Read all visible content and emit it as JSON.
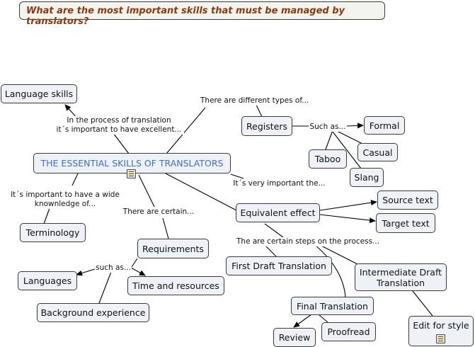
{
  "question": "What are the most important skills that must be managed by translators?",
  "nodes": {
    "central": "THE ESSENTIAL SKILLS OF TRANSLATORS",
    "language_skills": "Language skills",
    "terminology": "Terminology",
    "registers": "Registers",
    "formal": "Formal",
    "casual": "Casual",
    "taboo": "Taboo",
    "slang": "Slang",
    "equivalent_effect": "Equivalent effect",
    "source_text": "Source text",
    "target_text": "Target text",
    "requirements": "Requirements",
    "languages": "Languages",
    "time_resources": "Time and resources",
    "background_experience": "Background experience",
    "first_draft": "First Draft Translation",
    "intermediate_draft": "Intermediate Draft\nTranslation",
    "final_translation": "Final Translation",
    "review": "Review",
    "proofread": "Proofread",
    "edit_style": "Edit for style"
  },
  "labels": {
    "process_translation": "In the process of translation\nit´s important to have excellent...",
    "different_types": "There are different types of...",
    "such_as_registers": "Such as...",
    "very_important": "It´s very important the...",
    "wide_knowledge": "It´s important to have a wide\nknownledge of...",
    "there_are_certain": "There are certain...",
    "such_as_req": "such as...",
    "certain_steps": "The are certain steps on the process..."
  }
}
